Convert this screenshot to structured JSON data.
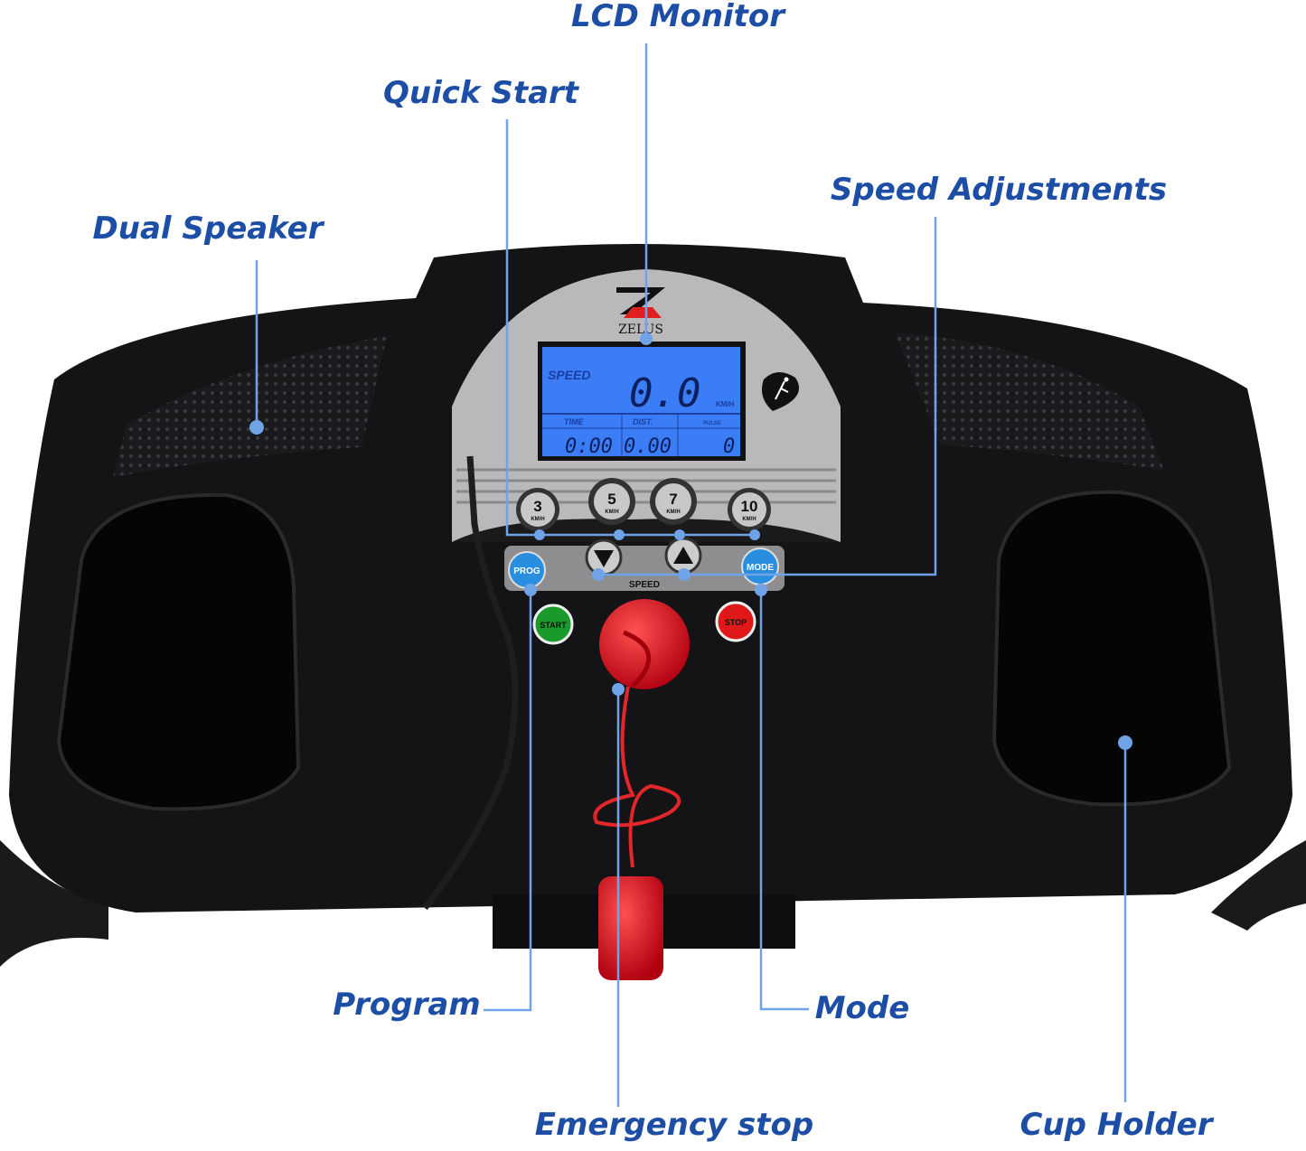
{
  "labels": {
    "lcd_monitor": "LCD Monitor",
    "quick_start": "Quick Start",
    "speed_adjustments": "Speed Adjustments",
    "dual_speaker": "Dual Speaker",
    "program": "Program",
    "mode": "Mode",
    "emergency_stop": "Emergency stop",
    "cup_holder": "Cup Holder"
  },
  "console": {
    "brand": "ZELUS",
    "lcd": {
      "speed_label": "SPEED",
      "speed_value": "0.0",
      "speed_unit": "KM/H",
      "time_label": "TIME",
      "dist_label": "DIST.",
      "pulse_label": "PULSE",
      "time_value": "0:00",
      "dist_value": "0.00",
      "pulse_value": "0"
    },
    "quick_buttons": [
      {
        "value": "3",
        "unit": "KM/H"
      },
      {
        "value": "5",
        "unit": "KM/H"
      },
      {
        "value": "7",
        "unit": "KM/H"
      },
      {
        "value": "10",
        "unit": "KM/H"
      }
    ],
    "prog_label": "PROG",
    "mode_label": "MODE",
    "speed_label": "SPEED",
    "start_label": "START",
    "stop_label": "STOP"
  },
  "colors": {
    "label": "#1d4ea6",
    "leader": "#6fa3e8",
    "lcd": "#2f6cf0",
    "body": "#121214"
  }
}
